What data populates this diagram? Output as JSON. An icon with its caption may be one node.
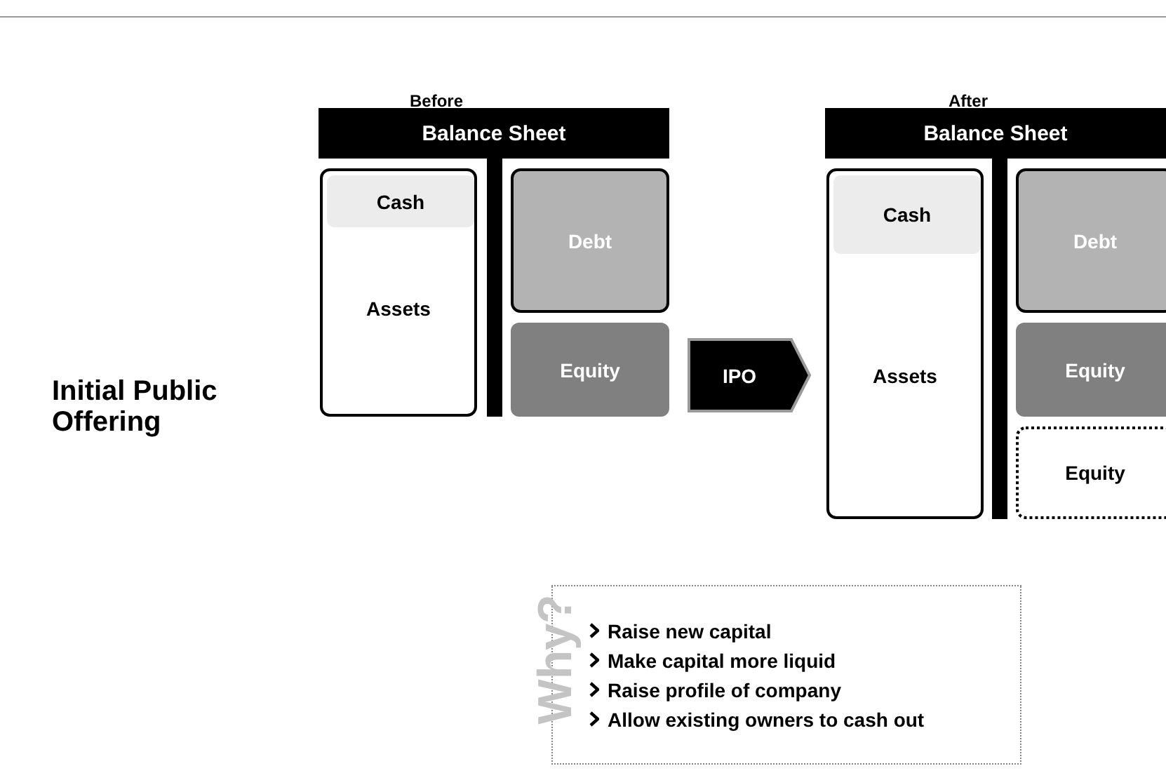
{
  "diagram": {
    "nodes": [
      {
        "text": [
          "Balance Sheet"
        ]
      },
      {
        "text": [
          "Assets"
        ]
      },
      {
        "text": [
          "Cash"
        ],
        "in": 1
      },
      {
        "text": [
          "Debt"
        ]
      },
      {
        "text": [
          "Equity"
        ]
      },
      {
        "text": [
          "IPO"
        ]
      },
      {
        "text": [
          "Balance Sheet"
        ]
      },
      {
        "text": [
          "Assets"
        ]
      },
      {
        "text": [
          "Cash"
        ],
        "in": 7
      },
      {
        "text": [
          "Debt"
        ]
      },
      {
        "text": [
          "Equity"
        ]
      },
      {
        "text": [
          "Equity"
        ]
      },
      {
        "text": [
          "Raise new capital",
          "Make capital more liquid",
          "Raise profile of company",
          "Allow existing owners to cash out"
        ]
      }
    ],
    "labels": [
      "Before",
      "After",
      "Initial Public Offering",
      "Why?"
    ]
  }
}
